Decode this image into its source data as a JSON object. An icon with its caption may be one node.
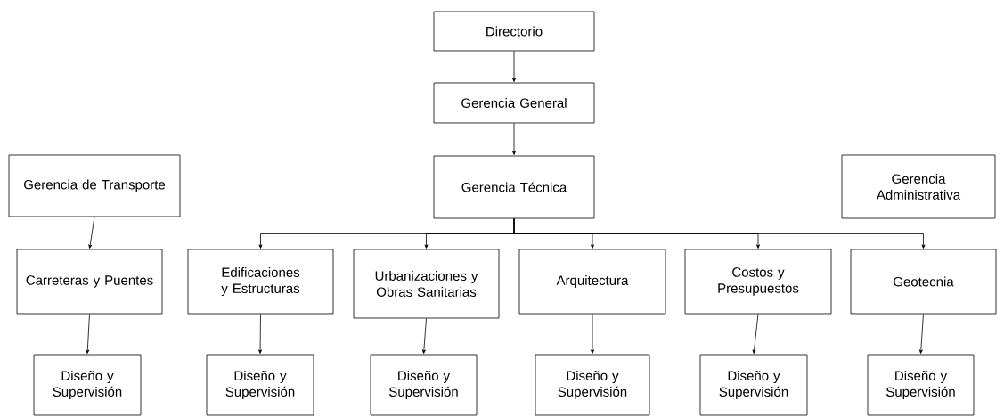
{
  "diagram": {
    "nodes": [
      {
        "text": [
          "Directorio"
        ]
      },
      {
        "text": [
          "Gerencia General"
        ]
      },
      {
        "text": [
          "Gerencia Técnica"
        ]
      },
      {
        "text": [
          "Gerencia de Transporte"
        ]
      },
      {
        "text": [
          "Gerencia Administrativa"
        ]
      },
      {
        "text": [
          "Carreteras y Puentes"
        ]
      },
      {
        "text": [
          "Edificaciones y Estructuras"
        ]
      },
      {
        "text": [
          "Urbanizaciones y Obras Sanitarias"
        ]
      },
      {
        "text": [
          "Arquitectura"
        ]
      },
      {
        "text": [
          "Costos y Presupuestos"
        ]
      },
      {
        "text": [
          "Geotecnia"
        ]
      },
      {
        "text": [
          "Diseño y Supervisión"
        ]
      },
      {
        "text": [
          "Diseño y Supervisión"
        ]
      },
      {
        "text": [
          "Diseño y Supervisión"
        ]
      },
      {
        "text": [
          "Diseño y Supervisión"
        ]
      },
      {
        "text": [
          "Diseño y Supervisión"
        ]
      },
      {
        "text": [
          "Diseño y Supervisión"
        ]
      }
    ],
    "edges": [
      {
        "from": 0,
        "to": 1,
        "arrow": "to"
      },
      {
        "from": 1,
        "to": 2,
        "arrow": "to"
      },
      {
        "from": 3,
        "to": 5,
        "arrow": "to"
      },
      {
        "from": 2,
        "to": 6,
        "arrow": "to"
      },
      {
        "from": 2,
        "to": 7,
        "arrow": "to"
      },
      {
        "from": 2,
        "to": 8,
        "arrow": "to"
      },
      {
        "from": 2,
        "to": 9,
        "arrow": "to"
      },
      {
        "from": 2,
        "to": 10,
        "arrow": "to"
      },
      {
        "from": 5,
        "to": 11,
        "arrow": "to"
      },
      {
        "from": 6,
        "to": 12,
        "arrow": "to"
      },
      {
        "from": 7,
        "to": 13,
        "arrow": "to"
      },
      {
        "from": 8,
        "to": 14,
        "arrow": "to"
      },
      {
        "from": 9,
        "to": 15,
        "arrow": "to"
      },
      {
        "from": 10,
        "to": 16,
        "arrow": "to"
      }
    ]
  }
}
